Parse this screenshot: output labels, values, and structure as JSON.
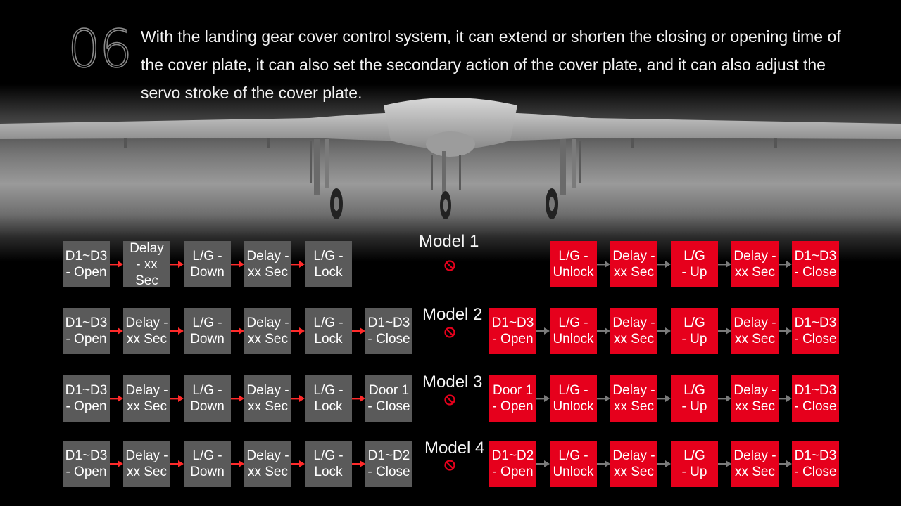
{
  "header": {
    "step_number": "06",
    "description": "With the landing gear cover control system, it can extend or shorten the closing or opening time of the cover plate, it can also set the secondary action of the cover plate, and it can also adjust the servo stroke of the cover plate."
  },
  "colors": {
    "background": "#000000",
    "gray_box": "#5a5a5a",
    "red_box": "#e6001c",
    "red_arrow": "#ff2a2a",
    "gray_arrow": "#7a7a7a",
    "no_icon": "#e6001c"
  },
  "icons": {
    "model_status": "prohibited-icon"
  },
  "models": [
    {
      "label": "Model 1",
      "sequence_a": [
        "D1~D3\n- Open",
        "Delay\n- xx Sec",
        "L/G -\nDown",
        "Delay -\nxx Sec",
        "L/G -\nLock"
      ],
      "sequence_b": [
        "L/G -\nUnlock",
        "Delay -\nxx Sec",
        "L/G\n- Up",
        "Delay -\nxx Sec",
        "D1~D3\n- Close"
      ]
    },
    {
      "label": "Model 2",
      "sequence_a": [
        "D1~D3\n- Open",
        "Delay -\nxx Sec",
        "L/G -\nDown",
        "Delay -\nxx Sec",
        "L/G -\nLock",
        "D1~D3\n- Close"
      ],
      "sequence_b": [
        "D1~D3\n- Open",
        "L/G -\nUnlock",
        "Delay -\nxx Sec",
        "L/G\n- Up",
        "Delay -\nxx Sec",
        "D1~D3\n- Close"
      ]
    },
    {
      "label": "Model 3",
      "sequence_a": [
        "D1~D3\n- Open",
        "Delay -\nxx Sec",
        "L/G -\nDown",
        "Delay -\nxx Sec",
        "L/G -\nLock",
        "Door 1\n- Close"
      ],
      "sequence_b": [
        "Door 1\n- Open",
        "L/G -\nUnlock",
        "Delay -\nxx Sec",
        "L/G\n- Up",
        "Delay -\nxx Sec",
        "D1~D3\n- Close"
      ]
    },
    {
      "label": "Model 4",
      "sequence_a": [
        "D1~D3\n- Open",
        "Delay -\nxx Sec",
        "L/G -\nDown",
        "Delay -\nxx Sec",
        "L/G -\nLock",
        "D1~D2\n- Close"
      ],
      "sequence_b": [
        "D1~D2\n- Open",
        "L/G -\nUnlock",
        "Delay -\nxx Sec",
        "L/G\n- Up",
        "Delay -\nxx Sec",
        "D1~D3\n- Close"
      ]
    }
  ]
}
